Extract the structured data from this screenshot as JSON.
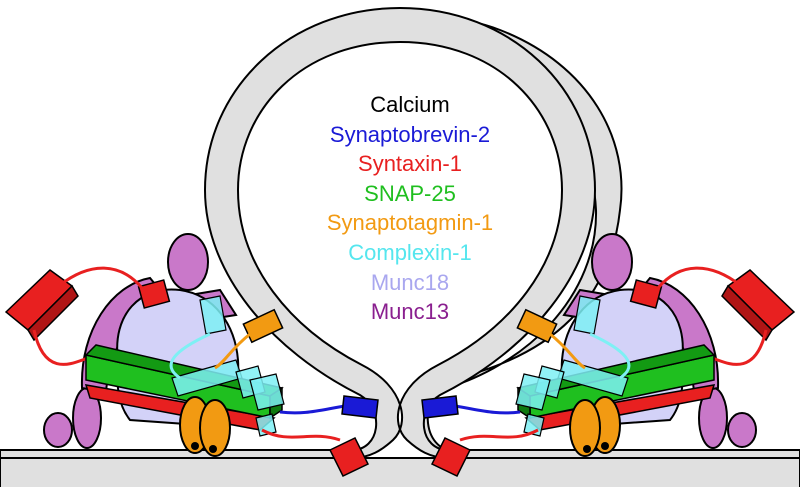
{
  "legend": [
    {
      "label": "Calcium",
      "color": "#000000"
    },
    {
      "label": "Synaptobrevin-2",
      "color": "#1a1ad6"
    },
    {
      "label": "Syntaxin-1",
      "color": "#e82020"
    },
    {
      "label": "SNAP-25",
      "color": "#1fbf1f"
    },
    {
      "label": "Synaptotagmin-1",
      "color": "#f29a12"
    },
    {
      "label": "Complexin-1",
      "color": "#55e6ee"
    },
    {
      "label": "Munc18",
      "color": "#a9a7ef"
    },
    {
      "label": "Munc13",
      "color": "#8a1f8f"
    }
  ],
  "colors": {
    "membrane": "#e0e0e0",
    "outline": "#000000",
    "munc18_fill": "#d3d2f8",
    "munc13_fill": "#c978c9",
    "syntaxin": "#e82020",
    "snap25": "#1fbf1f",
    "synaptobrevin": "#1a1ad6",
    "synaptotagmin": "#f29a12",
    "complexin": "#7ef0f4"
  }
}
